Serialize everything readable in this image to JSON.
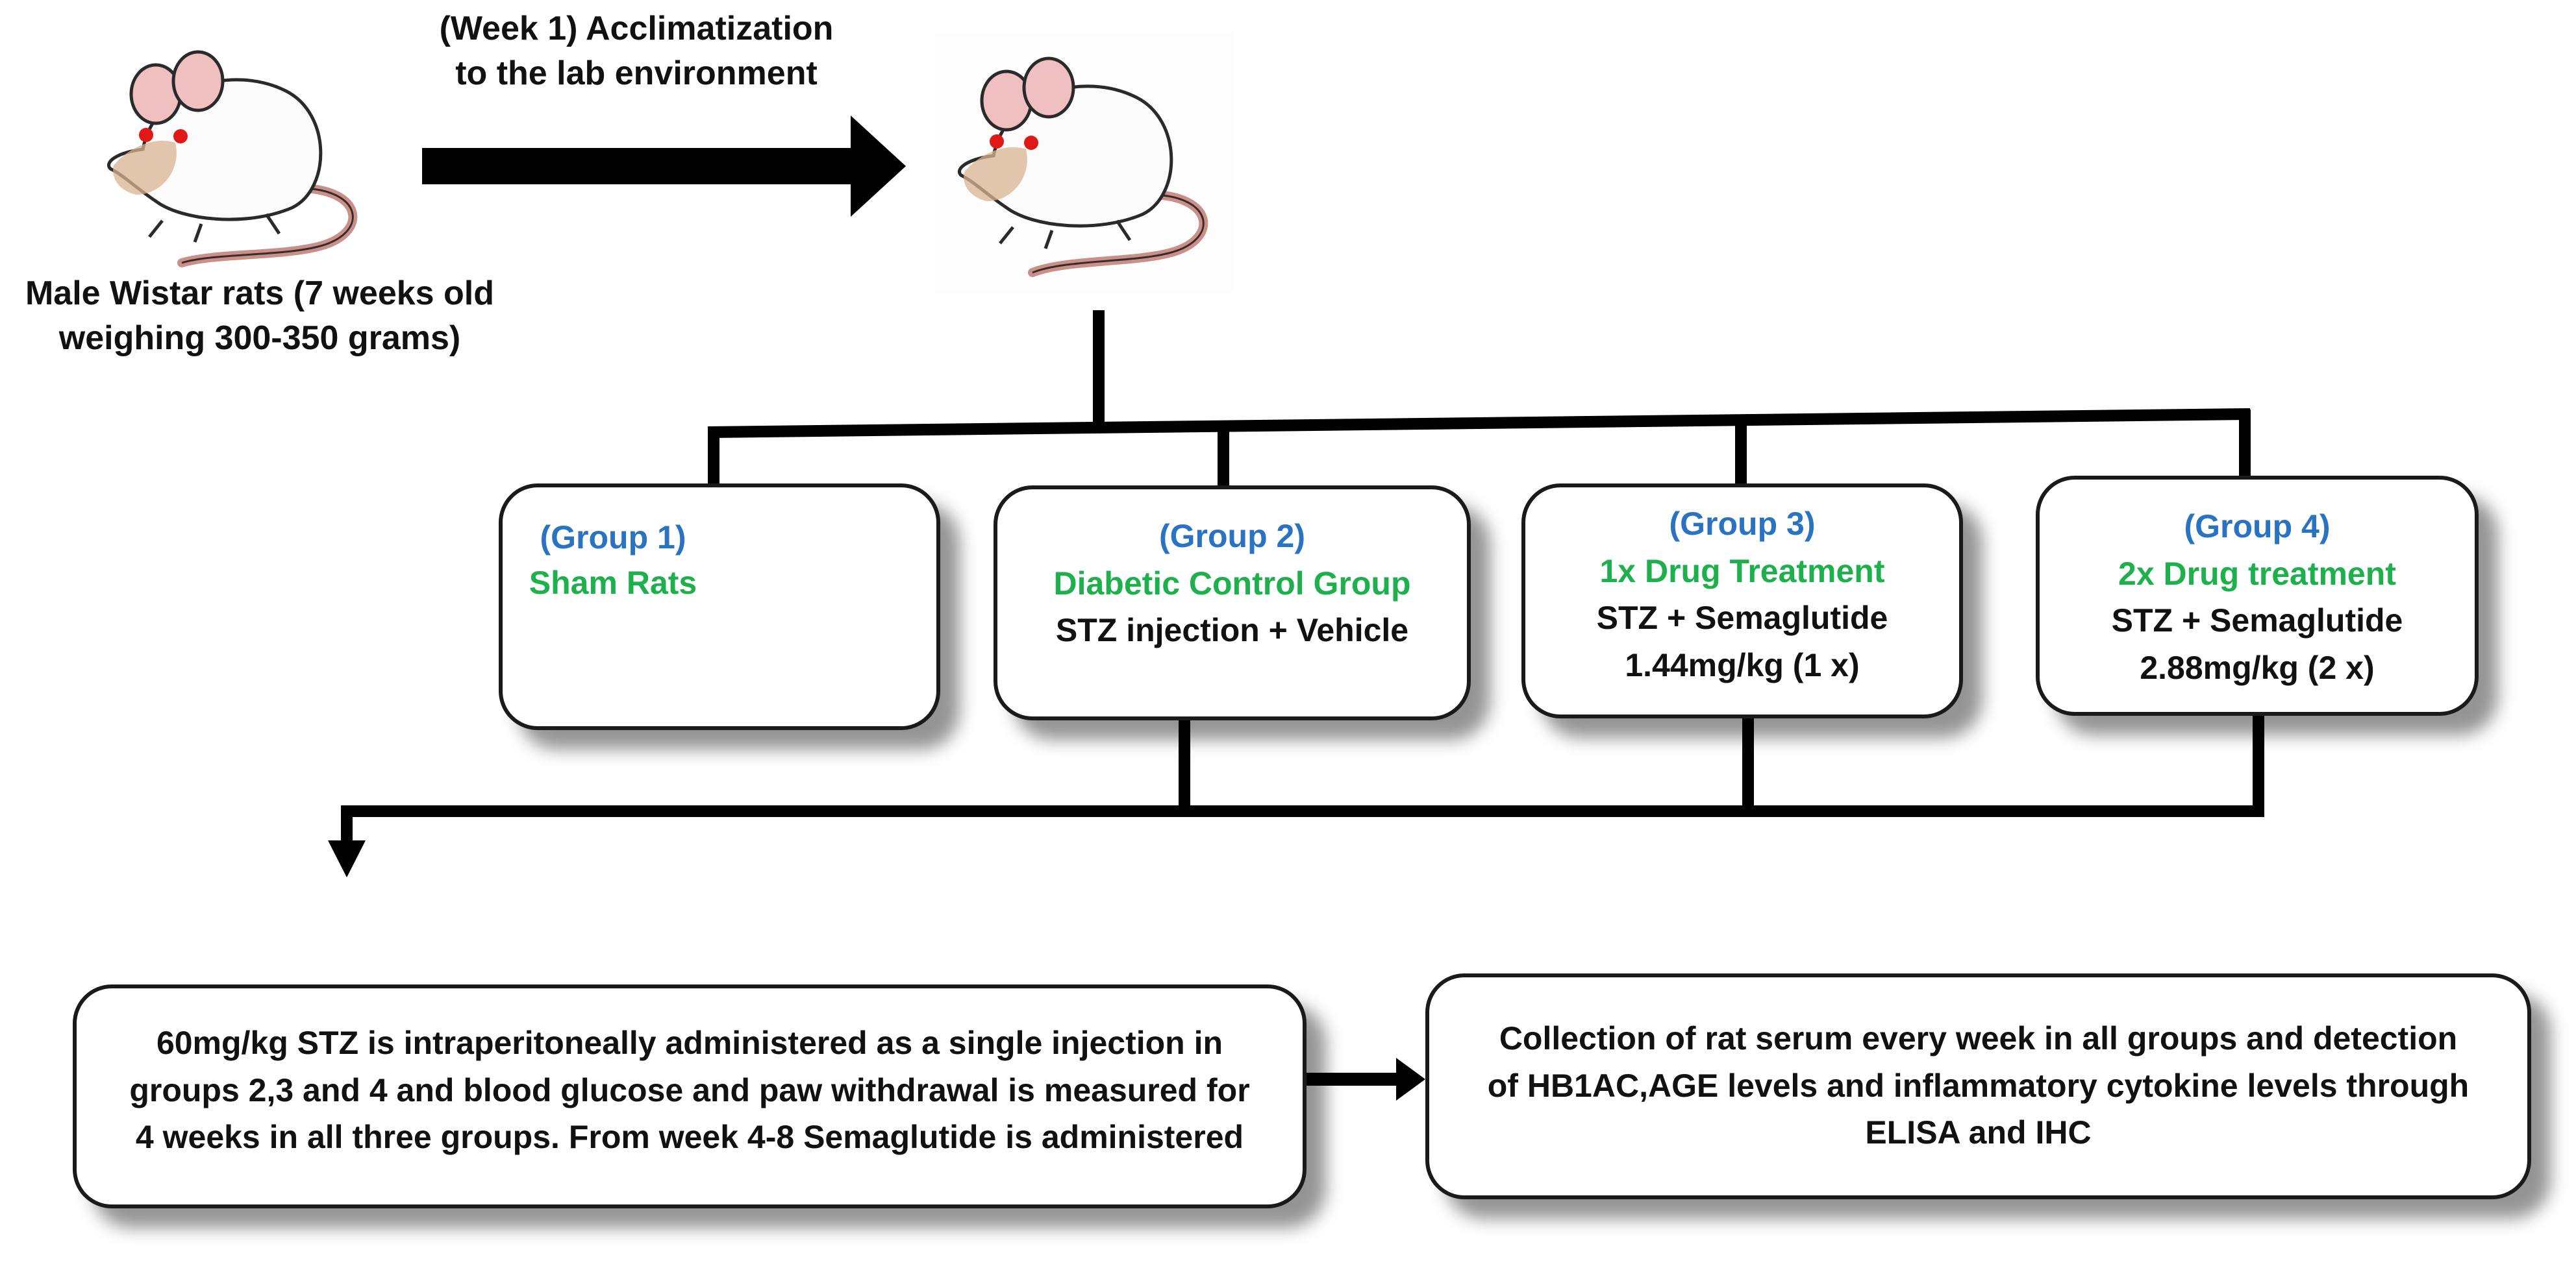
{
  "top": {
    "acclimatization_line1": "(Week 1) Acclimatization",
    "acclimatization_line2": "to the lab environment",
    "rats_line1": "Male Wistar rats (7 weeks old",
    "rats_line2": "weighing 300-350 grams)"
  },
  "groups": [
    {
      "label": "(Group 1)",
      "name": "Sham Rats",
      "detail1": "",
      "detail2": ""
    },
    {
      "label": "(Group 2)",
      "name": "Diabetic  Control Group",
      "detail1": "STZ injection + Vehicle",
      "detail2": ""
    },
    {
      "label": "(Group 3)",
      "name": "1x Drug Treatment",
      "detail1": "STZ + Semaglutide",
      "detail2": "1.44mg/kg (1 x)"
    },
    {
      "label": "(Group 4)",
      "name": "2x Drug treatment",
      "detail1": "STZ + Semaglutide",
      "detail2": "2.88mg/kg (2 x)"
    }
  ],
  "bottom": {
    "left_line1": "60mg/kg STZ is intraperitoneally administered  as a single injection in",
    "left_line2": "groups 2,3 and 4 and blood glucose and paw withdrawal is measured for",
    "left_line3": "4 weeks in  all three groups. From week 4-8 Semaglutide is administered",
    "right_line1": "Collection of rat serum every week in all groups and detection",
    "right_line2": "of HB1AC,AGE levels and inflammatory cytokine levels through",
    "right_line3": "ELISA and IHC"
  },
  "colors": {
    "group_label": "#2a73c2",
    "group_name": "#1eb04c",
    "line": "#000000"
  }
}
